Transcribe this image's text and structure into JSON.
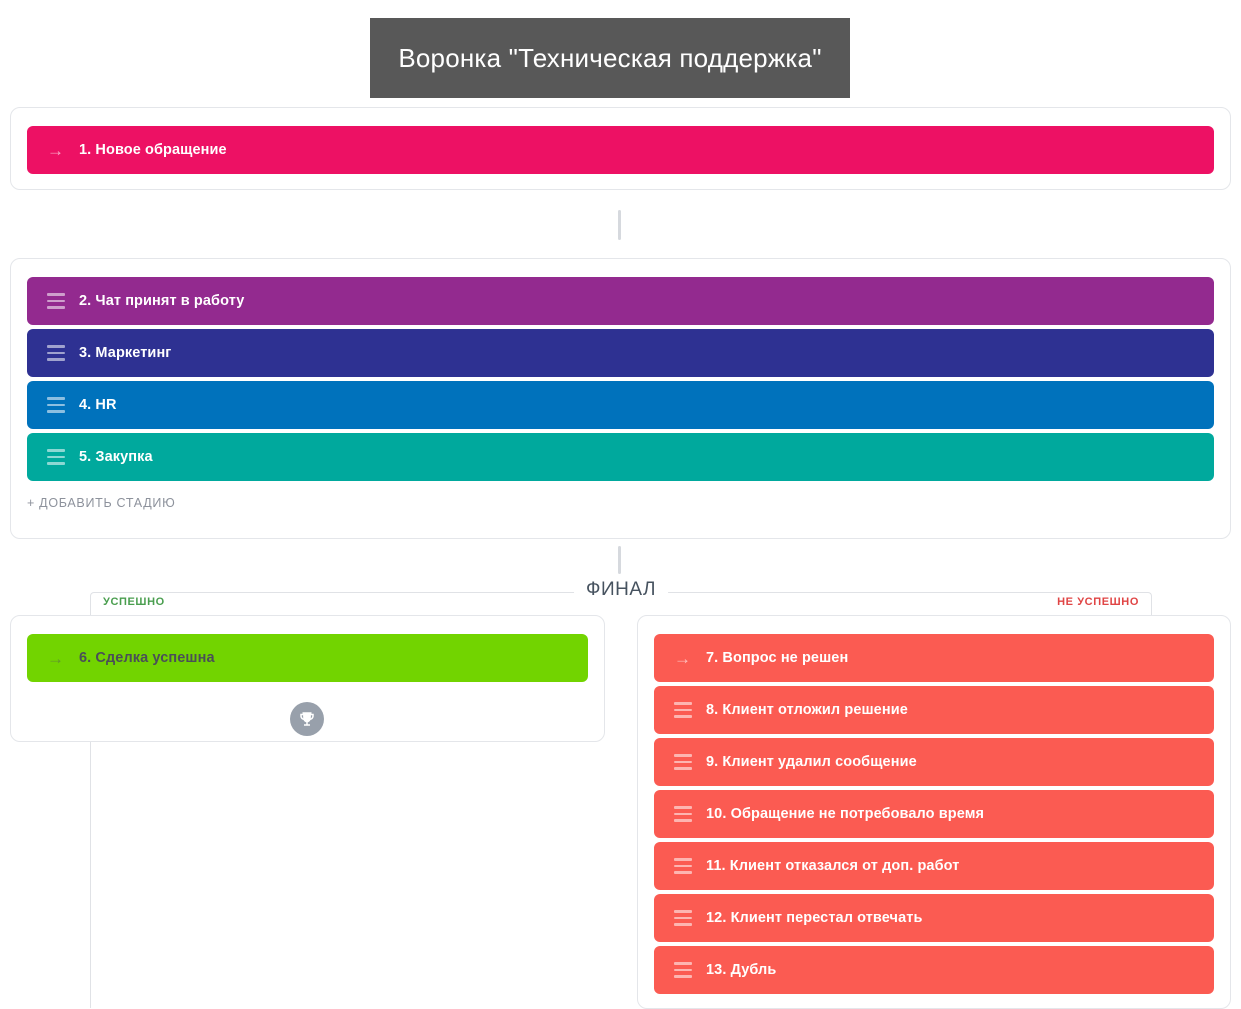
{
  "header": {
    "title": "Воронка \"Техническая поддержка\""
  },
  "colors": {
    "title_bg": "#585858",
    "stage_new": "#ed1164",
    "stage_purple": "#932a8f",
    "stage_indigo": "#2e3192",
    "stage_blue": "#0072bc",
    "stage_teal": "#00a99d",
    "stage_success": "#72d400",
    "stage_fail": "#fb5b52",
    "success_label": "#4a9e4f",
    "fail_label": "#e04545",
    "add_link": "#8d929c",
    "card_border": "#e4e6ea",
    "trophy_circle": "#98a0ab"
  },
  "first_section": {
    "stages": [
      {
        "label": "1. Новое обращение",
        "color": "#ed1164",
        "icon": "arrow-right-icon",
        "text_tone": "light"
      }
    ]
  },
  "middle_section": {
    "stages": [
      {
        "label": "2. Чат принят в работу",
        "color": "#932a8f",
        "icon": "drag-handle-icon",
        "text_tone": "light"
      },
      {
        "label": "3. Маркетинг",
        "color": "#2e3192",
        "icon": "drag-handle-icon",
        "text_tone": "light"
      },
      {
        "label": "4. HR",
        "color": "#0072bc",
        "icon": "drag-handle-icon",
        "text_tone": "light"
      },
      {
        "label": "5. Закупка",
        "color": "#00a99d",
        "icon": "drag-handle-icon",
        "text_tone": "light"
      }
    ],
    "add_stage_label": "+ ДОБАВИТЬ СТАДИЮ"
  },
  "final_section": {
    "legend": "ФИНАЛ",
    "success_tag": "УСПЕШНО",
    "fail_tag": "НЕ УСПЕШНО",
    "success_stages": [
      {
        "label": "6. Сделка успешна",
        "color": "#72d400",
        "icon": "arrow-right-icon",
        "text_tone": "dark"
      }
    ],
    "trophy_icon": "trophy-icon",
    "fail_stages": [
      {
        "label": "7. Вопрос не решен",
        "color": "#fb5b52",
        "icon": "arrow-right-icon",
        "text_tone": "light"
      },
      {
        "label": "8. Клиент отложил решение",
        "color": "#fb5b52",
        "icon": "drag-handle-icon",
        "text_tone": "light"
      },
      {
        "label": "9. Клиент удалил сообщение",
        "color": "#fb5b52",
        "icon": "drag-handle-icon",
        "text_tone": "light"
      },
      {
        "label": "10. Обращение не потребовало время",
        "color": "#fb5b52",
        "icon": "drag-handle-icon",
        "text_tone": "light"
      },
      {
        "label": "11. Клиент отказался от доп. работ",
        "color": "#fb5b52",
        "icon": "drag-handle-icon",
        "text_tone": "light"
      },
      {
        "label": "12. Клиент перестал отвечать",
        "color": "#fb5b52",
        "icon": "drag-handle-icon",
        "text_tone": "light"
      },
      {
        "label": "13. Дубль",
        "color": "#fb5b52",
        "icon": "drag-handle-icon",
        "text_tone": "light"
      }
    ]
  }
}
